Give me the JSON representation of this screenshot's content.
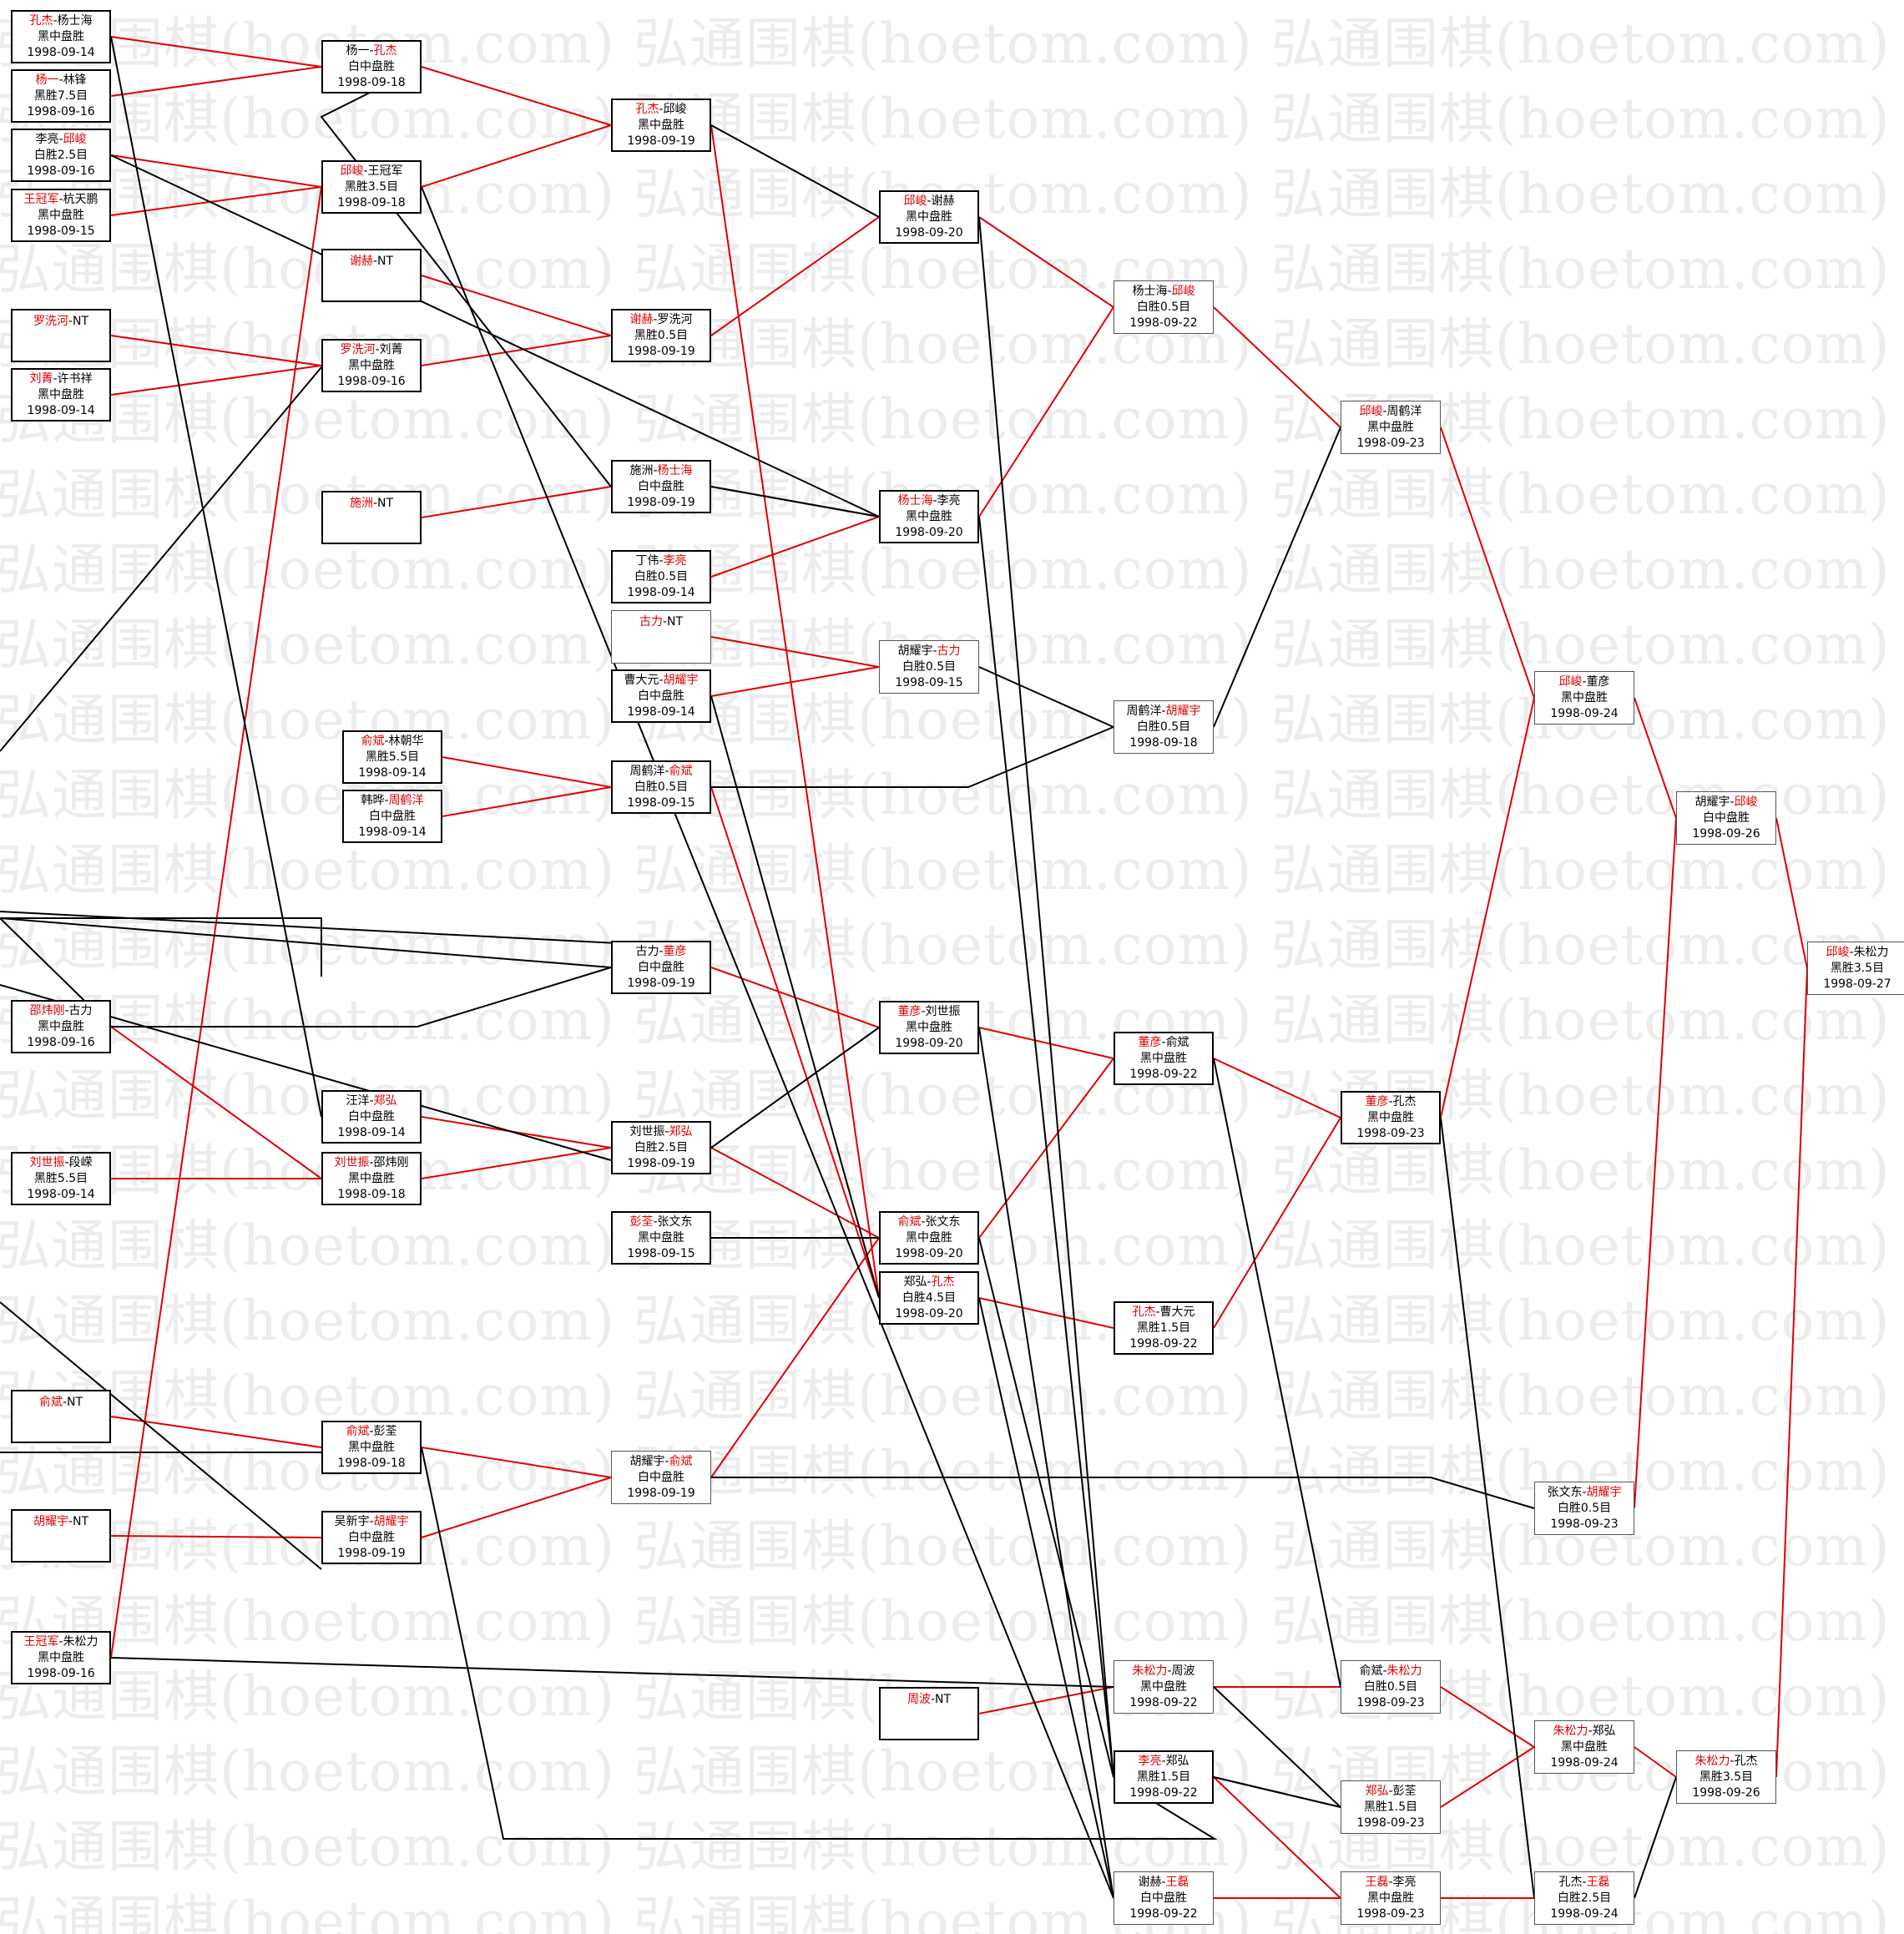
{
  "watermark": "弘通围棋(hoetom.com)",
  "colors": {
    "winner": "#e00000",
    "winner_line": "#e00000",
    "loser_line": "#000000",
    "border": "#000000"
  },
  "nodes": [
    {
      "id": "c0n0",
      "p1": "孔杰",
      "p2": "杨士海",
      "w": 1,
      "result": "黑中盘胜",
      "date": "1998-09-14"
    },
    {
      "id": "c0n1",
      "p1": "杨一",
      "p2": "林锋",
      "w": 1,
      "result": "黑胜7.5目",
      "date": "1998-09-16"
    },
    {
      "id": "c0n2",
      "p1": "李亮",
      "p2": "邱峻",
      "w": 2,
      "result": "白胜2.5目",
      "date": "1998-09-16"
    },
    {
      "id": "c0n3",
      "p1": "王冠军",
      "p2": "杭天鹏",
      "w": 1,
      "result": "黑中盘胜",
      "date": "1998-09-15"
    },
    {
      "id": "c0n4",
      "p1": "罗洗河",
      "p2": "NT",
      "w": 1,
      "result": "",
      "date": ""
    },
    {
      "id": "c0n5",
      "p1": "刘菁",
      "p2": "许书祥",
      "w": 1,
      "result": "黑中盘胜",
      "date": "1998-09-14"
    },
    {
      "id": "c0n6",
      "p1": "邵炜刚",
      "p2": "古力",
      "w": 1,
      "result": "黑中盘胜",
      "date": "1998-09-16"
    },
    {
      "id": "c0n7",
      "p1": "刘世振",
      "p2": "段嵘",
      "w": 1,
      "result": "黑胜5.5目",
      "date": "1998-09-14"
    },
    {
      "id": "c0n8",
      "p1": "俞斌",
      "p2": "NT",
      "w": 1,
      "result": "",
      "date": ""
    },
    {
      "id": "c0n9",
      "p1": "胡耀宇",
      "p2": "NT",
      "w": 1,
      "result": "",
      "date": ""
    },
    {
      "id": "c0n10",
      "p1": "王冠军",
      "p2": "朱松力",
      "w": 1,
      "result": "黑中盘胜",
      "date": "1998-09-16"
    },
    {
      "id": "c1n0",
      "p1": "杨一",
      "p2": "孔杰",
      "w": 2,
      "result": "白中盘胜",
      "date": "1998-09-18"
    },
    {
      "id": "c1n1",
      "p1": "邱峻",
      "p2": "王冠军",
      "w": 1,
      "result": "黑胜3.5目",
      "date": "1998-09-18"
    },
    {
      "id": "c1n2",
      "p1": "谢赫",
      "p2": "NT",
      "w": 1,
      "result": "",
      "date": ""
    },
    {
      "id": "c1n3",
      "p1": "罗洗河",
      "p2": "刘菁",
      "w": 1,
      "result": "黑中盘胜",
      "date": "1998-09-16"
    },
    {
      "id": "c1n4",
      "p1": "施洲",
      "p2": "NT",
      "w": 1,
      "result": "",
      "date": ""
    },
    {
      "id": "c1n5",
      "p1": "俞斌",
      "p2": "林朝华",
      "w": 1,
      "result": "黑胜5.5目",
      "date": "1998-09-14"
    },
    {
      "id": "c1n6",
      "p1": "韩晔",
      "p2": "周鹤洋",
      "w": 2,
      "result": "白中盘胜",
      "date": "1998-09-14"
    },
    {
      "id": "c1n7",
      "p1": "汪洋",
      "p2": "郑弘",
      "w": 2,
      "result": "白中盘胜",
      "date": "1998-09-14"
    },
    {
      "id": "c1n8",
      "p1": "刘世振",
      "p2": "邵炜刚",
      "w": 1,
      "result": "黑中盘胜",
      "date": "1998-09-18"
    },
    {
      "id": "c1n9",
      "p1": "俞斌",
      "p2": "彭荃",
      "w": 1,
      "result": "黑中盘胜",
      "date": "1998-09-18"
    },
    {
      "id": "c1n10",
      "p1": "吴新宇",
      "p2": "胡耀宇",
      "w": 2,
      "result": "白中盘胜",
      "date": "1998-09-19"
    },
    {
      "id": "c2n0",
      "p1": "孔杰",
      "p2": "邱峻",
      "w": 1,
      "result": "黑中盘胜",
      "date": "1998-09-19"
    },
    {
      "id": "c2n1",
      "p1": "谢赫",
      "p2": "罗洗河",
      "w": 1,
      "result": "黑胜0.5目",
      "date": "1998-09-19"
    },
    {
      "id": "c2n2",
      "p1": "施洲",
      "p2": "杨士海",
      "w": 2,
      "result": "白中盘胜",
      "date": "1998-09-19"
    },
    {
      "id": "c2n3",
      "p1": "丁伟",
      "p2": "李亮",
      "w": 2,
      "result": "白胜0.5目",
      "date": "1998-09-14"
    },
    {
      "id": "c2n4",
      "p1": "古力",
      "p2": "NT",
      "w": 1,
      "result": "",
      "date": ""
    },
    {
      "id": "c2n5",
      "p1": "曹大元",
      "p2": "胡耀宇",
      "w": 2,
      "result": "白中盘胜",
      "date": "1998-09-14"
    },
    {
      "id": "c2n6",
      "p1": "周鹤洋",
      "p2": "俞斌",
      "w": 2,
      "result": "白胜0.5目",
      "date": "1998-09-15"
    },
    {
      "id": "c2n7",
      "p1": "古力",
      "p2": "董彦",
      "w": 2,
      "result": "白中盘胜",
      "date": "1998-09-19"
    },
    {
      "id": "c2n8",
      "p1": "刘世振",
      "p2": "郑弘",
      "w": 2,
      "result": "白胜2.5目",
      "date": "1998-09-19"
    },
    {
      "id": "c2n9",
      "p1": "彭荃",
      "p2": "张文东",
      "w": 1,
      "result": "黑中盘胜",
      "date": "1998-09-15"
    },
    {
      "id": "c2n10",
      "p1": "胡耀宇",
      "p2": "俞斌",
      "w": 2,
      "result": "白中盘胜",
      "date": "1998-09-19"
    },
    {
      "id": "c3n0",
      "p1": "邱峻",
      "p2": "谢赫",
      "w": 1,
      "result": "黑中盘胜",
      "date": "1998-09-20"
    },
    {
      "id": "c3n1",
      "p1": "杨士海",
      "p2": "李亮",
      "w": 1,
      "result": "黑中盘胜",
      "date": "1998-09-20"
    },
    {
      "id": "c3n2",
      "p1": "胡耀宇",
      "p2": "古力",
      "w": 2,
      "result": "白胜0.5目",
      "date": "1998-09-15"
    },
    {
      "id": "c3n3",
      "p1": "董彦",
      "p2": "刘世振",
      "w": 1,
      "result": "黑中盘胜",
      "date": "1998-09-20"
    },
    {
      "id": "c3n4",
      "p1": "俞斌",
      "p2": "张文东",
      "w": 1,
      "result": "黑中盘胜",
      "date": "1998-09-20"
    },
    {
      "id": "c3n5",
      "p1": "郑弘",
      "p2": "孔杰",
      "w": 2,
      "result": "白胜4.5目",
      "date": "1998-09-20"
    },
    {
      "id": "c3n6",
      "p1": "周波",
      "p2": "NT",
      "w": 1,
      "result": "",
      "date": ""
    },
    {
      "id": "c4n0",
      "p1": "杨士海",
      "p2": "邱峻",
      "w": 2,
      "result": "白胜0.5目",
      "date": "1998-09-22"
    },
    {
      "id": "c4n1",
      "p1": "周鹤洋",
      "p2": "胡耀宇",
      "w": 2,
      "result": "白胜0.5目",
      "date": "1998-09-18"
    },
    {
      "id": "c4n2",
      "p1": "董彦",
      "p2": "俞斌",
      "w": 1,
      "result": "黑中盘胜",
      "date": "1998-09-22"
    },
    {
      "id": "c4n3",
      "p1": "孔杰",
      "p2": "曹大元",
      "w": 1,
      "result": "黑胜1.5目",
      "date": "1998-09-22"
    },
    {
      "id": "c4n4",
      "p1": "朱松力",
      "p2": "周波",
      "w": 1,
      "result": "黑中盘胜",
      "date": "1998-09-22"
    },
    {
      "id": "c4n5",
      "p1": "李亮",
      "p2": "郑弘",
      "w": 1,
      "result": "黑胜1.5目",
      "date": "1998-09-22"
    },
    {
      "id": "c4n6",
      "p1": "谢赫",
      "p2": "王磊",
      "w": 2,
      "result": "白中盘胜",
      "date": "1998-09-22"
    },
    {
      "id": "c5n0",
      "p1": "邱峻",
      "p2": "周鹤洋",
      "w": 1,
      "result": "黑中盘胜",
      "date": "1998-09-23"
    },
    {
      "id": "c5n1",
      "p1": "董彦",
      "p2": "孔杰",
      "w": 1,
      "result": "黑中盘胜",
      "date": "1998-09-23"
    },
    {
      "id": "c5n2",
      "p1": "俞斌",
      "p2": "朱松力",
      "w": 2,
      "result": "白胜0.5目",
      "date": "1998-09-23"
    },
    {
      "id": "c5n3",
      "p1": "郑弘",
      "p2": "彭荃",
      "w": 1,
      "result": "黑胜1.5目",
      "date": "1998-09-23"
    },
    {
      "id": "c5n4",
      "p1": "王磊",
      "p2": "李亮",
      "w": 1,
      "result": "黑中盘胜",
      "date": "1998-09-23"
    },
    {
      "id": "c6n0",
      "p1": "邱峻",
      "p2": "董彦",
      "w": 1,
      "result": "黑中盘胜",
      "date": "1998-09-24"
    },
    {
      "id": "c6n1",
      "p1": "张文东",
      "p2": "胡耀宇",
      "w": 2,
      "result": "白胜0.5目",
      "date": "1998-09-23"
    },
    {
      "id": "c6n2",
      "p1": "朱松力",
      "p2": "郑弘",
      "w": 1,
      "result": "黑中盘胜",
      "date": "1998-09-24"
    },
    {
      "id": "c6n3",
      "p1": "孔杰",
      "p2": "王磊",
      "w": 2,
      "result": "白胜2.5目",
      "date": "1998-09-24"
    },
    {
      "id": "c7n0",
      "p1": "胡耀宇",
      "p2": "邱峻",
      "w": 2,
      "result": "白中盘胜",
      "date": "1998-09-26"
    },
    {
      "id": "c7n1",
      "p1": "朱松力",
      "p2": "孔杰",
      "w": 1,
      "result": "黑胜3.5目",
      "date": "1998-09-26"
    },
    {
      "id": "c8n0",
      "p1": "邱峻",
      "p2": "朱松力",
      "w": 1,
      "result": "黑胜3.5目",
      "date": "1998-09-27"
    }
  ]
}
